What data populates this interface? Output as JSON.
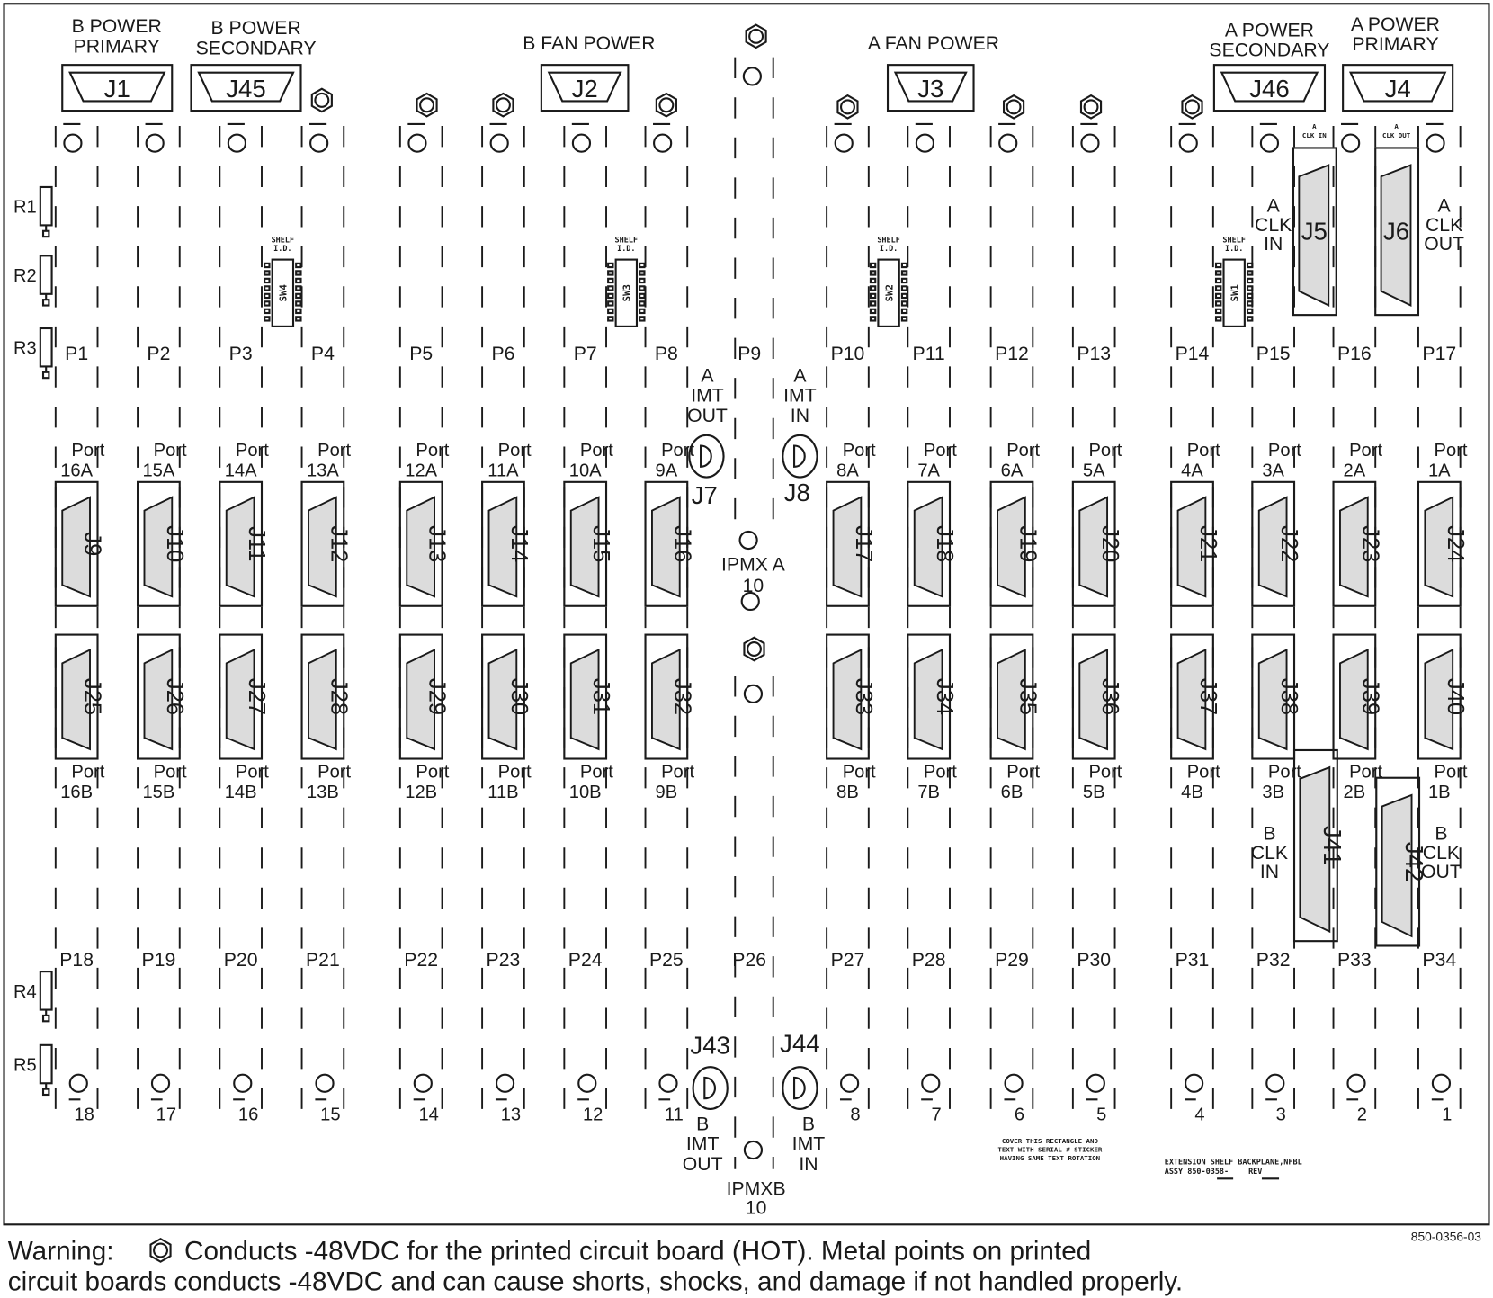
{
  "headers": [
    {
      "lines": [
        "B POWER",
        "PRIMARY"
      ]
    },
    {
      "lines": [
        "B POWER",
        "SECONDARY"
      ]
    },
    {
      "lines": [
        "B FAN POWER"
      ]
    },
    {
      "lines": [
        "A FAN POWER"
      ]
    },
    {
      "lines": [
        "A POWER",
        "SECONDARY"
      ]
    },
    {
      "lines": [
        "A POWER",
        "PRIMARY"
      ]
    }
  ],
  "top_connectors": [
    "J1",
    "J45",
    "J2",
    "J3",
    "J46",
    "J4"
  ],
  "p_top": [
    "P1",
    "P2",
    "P3",
    "P4",
    "P5",
    "P6",
    "P7",
    "P8",
    "P9",
    "P10",
    "P11",
    "P12",
    "P13",
    "P14",
    "P15",
    "P16",
    "P17"
  ],
  "p_bottom": [
    "P18",
    "P19",
    "P20",
    "P21",
    "P22",
    "P23",
    "P24",
    "P25",
    "P26",
    "P27",
    "P28",
    "P29",
    "P30",
    "P31",
    "P32",
    "P33",
    "P34"
  ],
  "port_word": "Port",
  "ports_a": [
    "16A",
    "15A",
    "14A",
    "13A",
    "12A",
    "11A",
    "10A",
    "9A",
    "8A",
    "7A",
    "6A",
    "5A",
    "4A",
    "3A",
    "2A",
    "1A"
  ],
  "ports_b": [
    "16B",
    "15B",
    "14B",
    "13B",
    "12B",
    "11B",
    "10B",
    "9B",
    "8B",
    "7B",
    "6B",
    "5B",
    "4B",
    "3B",
    "2B",
    "1B"
  ],
  "connectors_a": [
    "J9",
    "J10",
    "J11",
    "J12",
    "J13",
    "J14",
    "J15",
    "J16",
    "J17",
    "J18",
    "J19",
    "J20",
    "J21",
    "J22",
    "J23",
    "J24"
  ],
  "connectors_b": [
    "J25",
    "J26",
    "J27",
    "J28",
    "J29",
    "J30",
    "J31",
    "J32",
    "J33",
    "J34",
    "J35",
    "J36",
    "J37",
    "J38",
    "J39",
    "J40"
  ],
  "slot_numbers": [
    "18",
    "17",
    "16",
    "15",
    "14",
    "13",
    "12",
    "11",
    "8",
    "7",
    "6",
    "5",
    "4",
    "3",
    "2",
    "1"
  ],
  "clock_connectors": [
    {
      "id": "J5",
      "lines": [
        "A",
        "CLK",
        "IN"
      ],
      "silk": [
        "A",
        "CLK IN"
      ]
    },
    {
      "id": "J6",
      "lines": [
        "A",
        "CLK",
        "OUT"
      ],
      "silk": [
        "A",
        "CLK OUT"
      ]
    },
    {
      "id": "J41",
      "lines": [
        "B",
        "CLK",
        "IN"
      ]
    },
    {
      "id": "J42",
      "lines": [
        "B",
        "CLK",
        "OUT"
      ]
    }
  ],
  "imt_connectors": [
    {
      "id": "J7",
      "lines": [
        "A",
        "IMT",
        "OUT"
      ]
    },
    {
      "id": "J8",
      "lines": [
        "A",
        "IMT",
        "IN"
      ]
    },
    {
      "id": "J43",
      "lines": [
        "B",
        "IMT",
        "OUT"
      ]
    },
    {
      "id": "J44",
      "lines": [
        "B",
        "IMT",
        "IN"
      ]
    }
  ],
  "ipmx": [
    {
      "lines": [
        "IPMX A",
        "10"
      ]
    },
    {
      "lines": [
        "IPMXB",
        "10"
      ]
    }
  ],
  "switches": [
    {
      "id": "SW4",
      "label": [
        "SHELF",
        "I.D."
      ]
    },
    {
      "id": "SW3",
      "label": [
        "SHELF",
        "I.D."
      ]
    },
    {
      "id": "SW2",
      "label": [
        "SHELF",
        "I.D."
      ]
    },
    {
      "id": "SW1",
      "label": [
        "SHELF",
        "I.D."
      ]
    }
  ],
  "resistors": [
    "R1",
    "R2",
    "R3",
    "R4",
    "R5"
  ],
  "cover_note": [
    "COVER THIS RECTANGLE AND",
    "TEXT WITH SERIAL # STICKER",
    "HAVING SAME TEXT ROTATION"
  ],
  "assy_note": [
    "EXTENSION SHELF BACKPLANE,NFBL",
    "ASSY 850-0358-",
    "REV"
  ],
  "part_number": "850-0356-03",
  "warning": {
    "prefix": "Warning:",
    "icon": "hex-nut-icon",
    "line1": "Conducts -48VDC for the printed circuit board (HOT). Metal points on printed",
    "line2": "circuit boards conducts -48VDC and can cause shorts, shocks, and damage if not handled properly."
  }
}
